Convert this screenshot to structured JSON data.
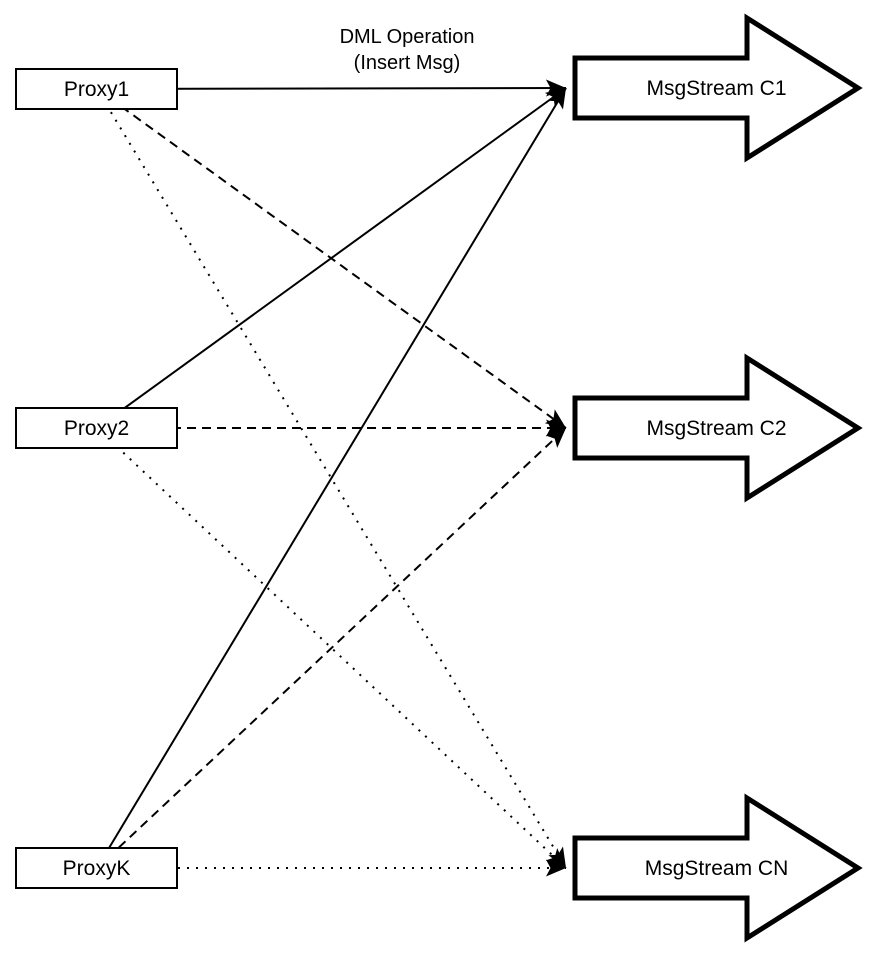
{
  "diagram": {
    "annotation": {
      "line1": "DML Operation",
      "line2": "(Insert Msg)"
    },
    "proxies": [
      {
        "label": "Proxy1"
      },
      {
        "label": "Proxy2"
      },
      {
        "label": "ProxyK"
      }
    ],
    "streams": [
      {
        "label": "MsgStream C1"
      },
      {
        "label": "MsgStream C2"
      },
      {
        "label": "MsgStream CN"
      }
    ],
    "edges": [
      {
        "from": "Proxy1",
        "to": "MsgStream C1",
        "style": "solid"
      },
      {
        "from": "Proxy2",
        "to": "MsgStream C1",
        "style": "solid"
      },
      {
        "from": "ProxyK",
        "to": "MsgStream C1",
        "style": "solid"
      },
      {
        "from": "Proxy1",
        "to": "MsgStream C2",
        "style": "dashed"
      },
      {
        "from": "Proxy2",
        "to": "MsgStream C2",
        "style": "dashed"
      },
      {
        "from": "ProxyK",
        "to": "MsgStream C2",
        "style": "dashed"
      },
      {
        "from": "Proxy1",
        "to": "MsgStream CN",
        "style": "dotted"
      },
      {
        "from": "Proxy2",
        "to": "MsgStream CN",
        "style": "dotted"
      },
      {
        "from": "ProxyK",
        "to": "MsgStream CN",
        "style": "dotted"
      }
    ],
    "colors": {
      "stroke": "#000000",
      "shape_fill": "#ffffff",
      "background": "#ffffff",
      "text": "#000000"
    }
  }
}
